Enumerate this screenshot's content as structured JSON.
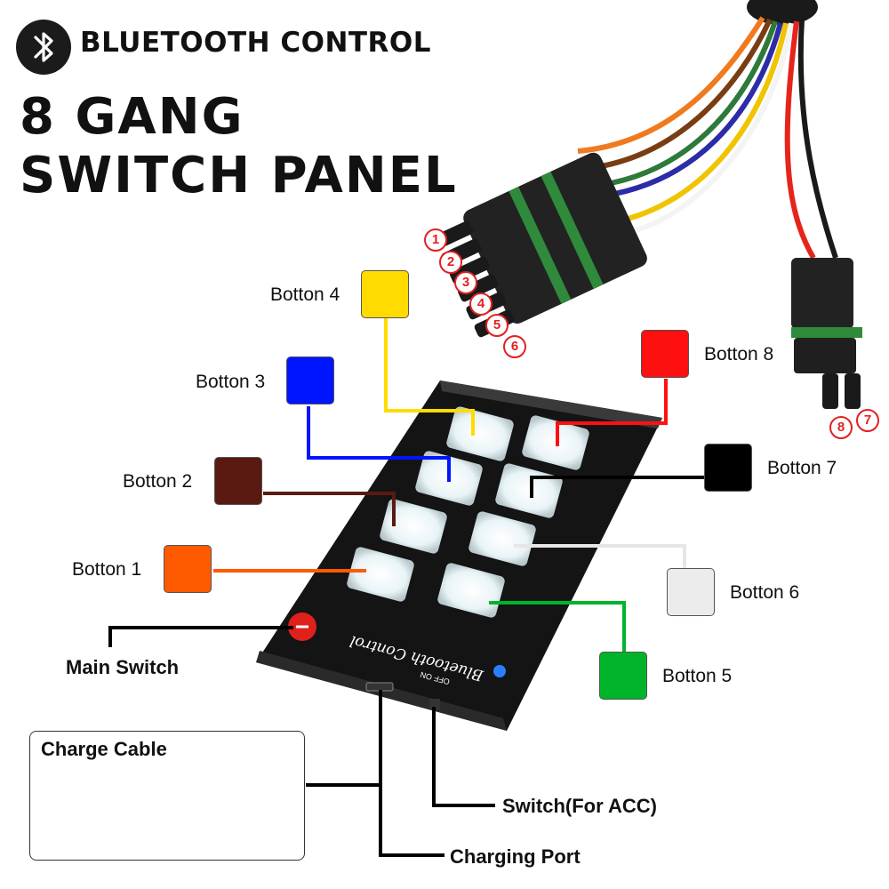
{
  "header": {
    "brand": "BLUETOOTH CONTROL",
    "title_line1": "8 GANG",
    "title_line2": "SWITCH PANEL"
  },
  "icons": {
    "brand_icon": "bluetooth-icon"
  },
  "buttons": [
    {
      "label": "Botton 1",
      "color": "#ff5a00"
    },
    {
      "label": "Botton 2",
      "color": "#5a1a12"
    },
    {
      "label": "Botton 3",
      "color": "#0015ff"
    },
    {
      "label": "Botton 4",
      "color": "#ffdb00"
    },
    {
      "label": "Botton 5",
      "color": "#00b42a"
    },
    {
      "label": "Botton 6",
      "color": "#ececec"
    },
    {
      "label": "Botton 7",
      "color": "#000000"
    },
    {
      "label": "Botton 8",
      "color": "#ff1010"
    }
  ],
  "connector_pins": [
    "1",
    "2",
    "3",
    "4",
    "5",
    "6",
    "7",
    "8"
  ],
  "panel": {
    "printed_text": "Bluetooth Control",
    "switch_text": "OFF ON"
  },
  "callouts": {
    "main_switch": "Main Switch",
    "charge_cable": "Charge Cable",
    "switch_acc": "Switch(For ACC)",
    "charging_port": "Charging Port"
  }
}
